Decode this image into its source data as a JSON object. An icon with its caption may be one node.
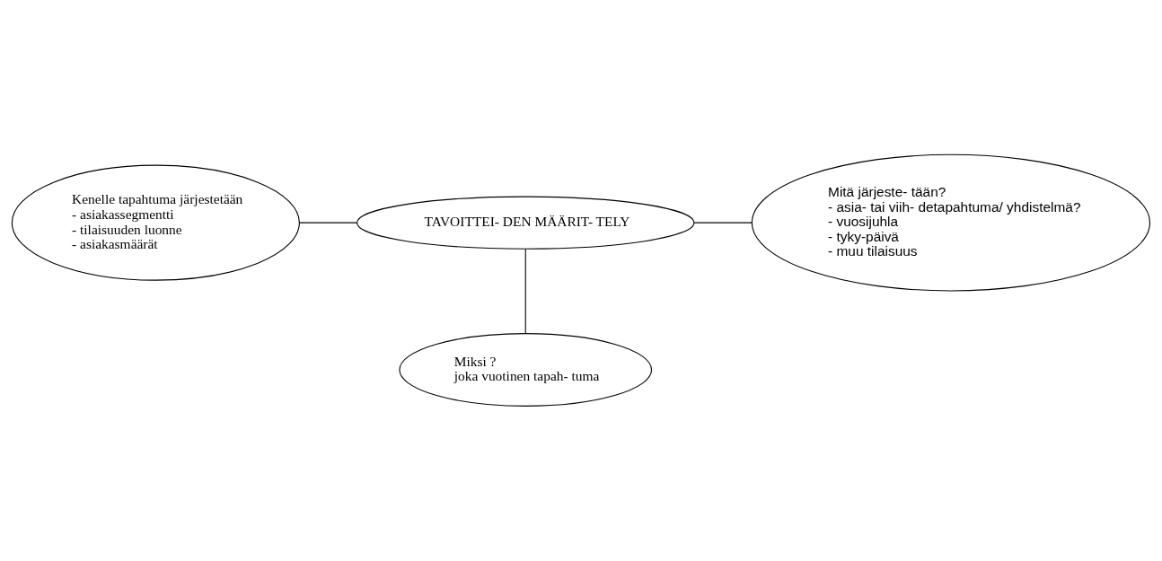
{
  "diagram": {
    "nodes": [
      {
        "text": [
          "Kenelle tapahtuma järjestetään",
          "- asiakassegmentti",
          "- tilaisuuden luonne",
          "- asiakasmäärät"
        ]
      },
      {
        "text": [
          "TAVOITTEI- DEN MÄÄRIT- TELY"
        ]
      },
      {
        "text": [
          "Mitä järjeste- tään?",
          "- asia- tai viih- detapahtuma/ yhdistelmä?",
          "- vuosijuhla",
          "- tyky-päivä",
          "- muu tilaisuus"
        ]
      },
      {
        "text": [
          "Miksi ?",
          "joka vuotinen tapah- tuma"
        ]
      }
    ],
    "edges": [
      {
        "from": 0,
        "to": 1,
        "arrow": "none"
      },
      {
        "from": 1,
        "to": 2,
        "arrow": "none"
      },
      {
        "from": 1,
        "to": 3,
        "arrow": "none"
      }
    ]
  }
}
